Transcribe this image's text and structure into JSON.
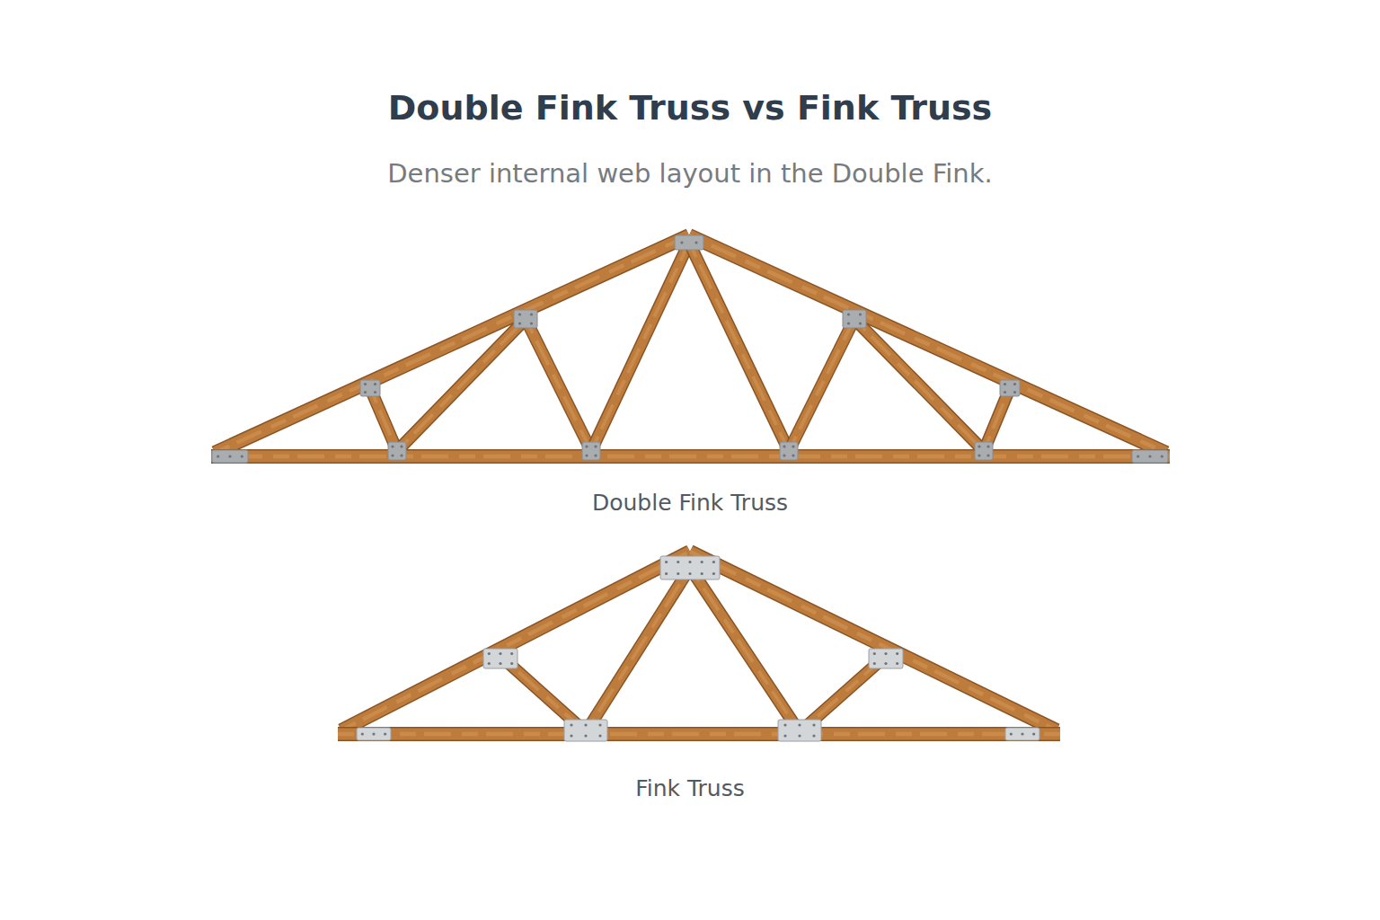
{
  "diagram": {
    "title": "Double Fink Truss vs Fink Truss",
    "caption": "Denser internal web layout in the Double Fink.",
    "labels": [
      "Double Fink Truss",
      "Fink Truss"
    ]
  }
}
